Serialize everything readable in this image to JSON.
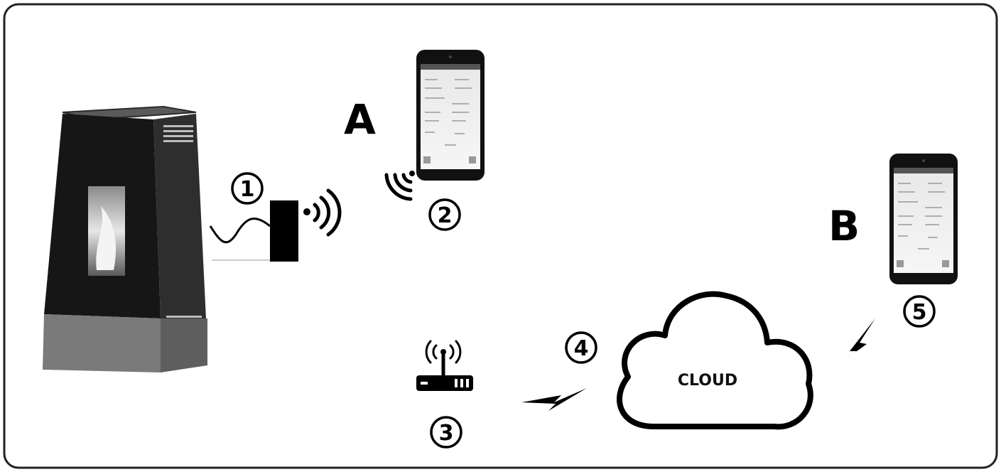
{
  "labels": {
    "A": "A",
    "B": "B",
    "cloud": "CLOUD"
  },
  "steps": [
    "1",
    "2",
    "3",
    "4",
    "5"
  ],
  "colors": {
    "stroke": "#000000",
    "frame": "#222222",
    "stove_body": "#1c1c1c",
    "stove_base": "#7a7a7a"
  },
  "icons": [
    "stove-icon",
    "thermostat-module-icon",
    "wifi-waves-icon",
    "smartphone-icon",
    "router-icon",
    "lightning-icon",
    "cloud-icon"
  ]
}
